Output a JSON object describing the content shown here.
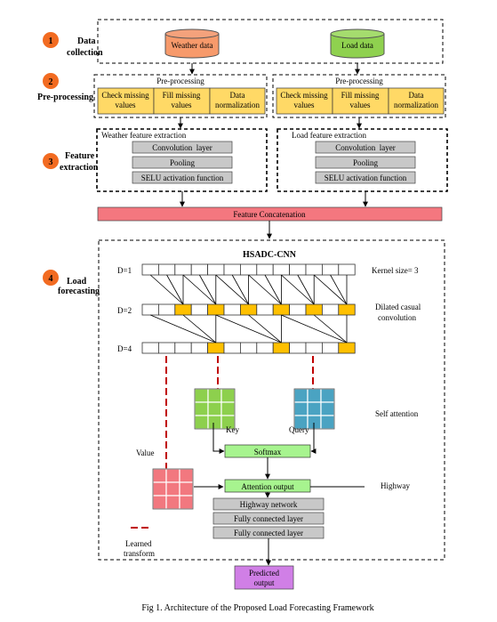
{
  "steps": [
    {
      "number": "1",
      "label_line1": "Data",
      "label_line2": "collection"
    },
    {
      "number": "2",
      "label_line1": "Pre-processing",
      "label_line2": ""
    },
    {
      "number": "3",
      "label_line1": "Feature",
      "label_line2": "extraction"
    },
    {
      "number": "4",
      "label_line1": "Load",
      "label_line2": "forecasting"
    }
  ],
  "data_sources": {
    "weather": "Weather data",
    "load": "Load data"
  },
  "preprocessing": {
    "title": "Pre-processing",
    "items": [
      {
        "line1": "Check missing",
        "line2": "values"
      },
      {
        "line1": "Fill missing",
        "line2": "values"
      },
      {
        "line1": "Data",
        "line2": "normalization"
      }
    ]
  },
  "feature_extraction": {
    "weather_title": "Weather feature extraction",
    "load_title": "Load feature extraction",
    "layers": [
      "Convolution  layer",
      "Pooling",
      "SELU activation function"
    ]
  },
  "concat_label": "Feature Concatenation",
  "hsadc": {
    "title": "HSADC-CNN",
    "rows": [
      "D=1",
      "D=2",
      "D=4"
    ],
    "kernel_label": "Kernel size= 3",
    "dilated_line1": "Dilated casual",
    "dilated_line2": "convolution",
    "self_attention": "Self attention",
    "highway_label": "Highway",
    "key": "Key",
    "query": "Query",
    "value": "Value",
    "softmax": "Softmax",
    "attention_output": "Attention output",
    "highway_network": "Highway network",
    "fc1": "Fully connected layer",
    "fc2": "Fully connected layer",
    "legend_line1": "Learned",
    "legend_line2": "transform"
  },
  "output": {
    "line1": "Predicted",
    "line2": "output"
  },
  "caption": "Fig 1. Architecture of the Proposed Load Forecasting Framework",
  "colors": {
    "orange": "#f26b21",
    "salmon": "#f79a6b",
    "green_cyl": "#8fd14f",
    "yellow": "#ffd966",
    "gray": "#c8c8c8",
    "concat": "#f4777f",
    "green_box": "#a7f48f",
    "amber": "#ffc000",
    "key": "#8dd04d",
    "query": "#4aa3c2",
    "value": "#f2787f",
    "output": "#d07fe6"
  }
}
